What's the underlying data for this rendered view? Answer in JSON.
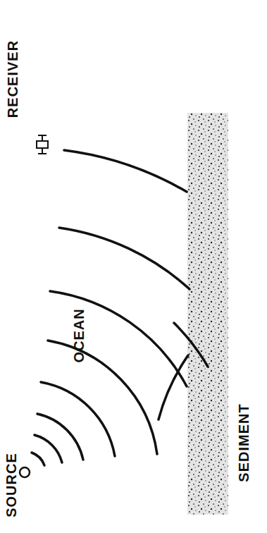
{
  "diagram": {
    "labels": [
      "SOURCE",
      "OCEAN",
      "SEDIMENT",
      "RECEIVER"
    ]
  }
}
